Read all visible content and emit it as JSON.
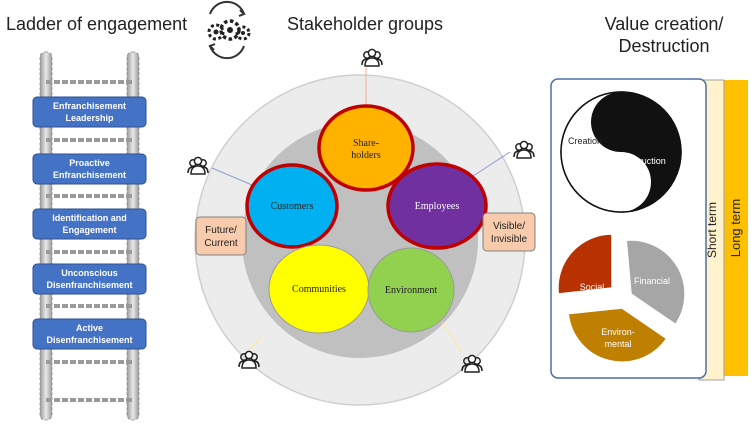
{
  "ladder": {
    "title": "Ladder of  engagement",
    "rungs": [
      {
        "line1": "Enfranchisement",
        "line2": "Leadership"
      },
      {
        "line1": "Proactive",
        "line2": "Enfranchisement"
      },
      {
        "line1": "Identification and",
        "line2": "Engagement"
      },
      {
        "line1": "Unconscious",
        "line2": "Disenfranchisement"
      },
      {
        "line1": "Active",
        "line2": "Disenfranchisement"
      }
    ]
  },
  "gear_icon": "gears-icon",
  "stakeholders": {
    "title": "Stakeholder groups",
    "groups": {
      "shareholders": {
        "line1": "Share-",
        "line2": "holders",
        "color": "#ffb300"
      },
      "customers": {
        "label": "Customers",
        "color": "#00b0f0"
      },
      "employees": {
        "label": "Employees",
        "color": "#7030a0"
      },
      "communities": {
        "label": "Communities",
        "color": "#ffff00"
      },
      "environment": {
        "label": "Environment",
        "color": "#92d050"
      }
    },
    "ring_border_color": "#c00000",
    "left_note": {
      "line1": "Future/",
      "line2": "Current"
    },
    "right_note": {
      "line1": "Visible/",
      "line2": "Invisible"
    },
    "people_icon": "people-icon"
  },
  "value": {
    "title_line1": "Value creation/",
    "title_line2": "Destruction",
    "yin_yang": {
      "creation": "Creation",
      "destruction": "Destruction"
    },
    "pie": {
      "financial": {
        "label": "Financial",
        "color": "#a6a6a6"
      },
      "environmental": {
        "line1": "Environ-",
        "line2": "mental",
        "color": "#bf7f00"
      },
      "social": {
        "label": "Social",
        "color": "#b83100"
      }
    },
    "short_term": "Short term",
    "long_term": "Long term"
  }
}
